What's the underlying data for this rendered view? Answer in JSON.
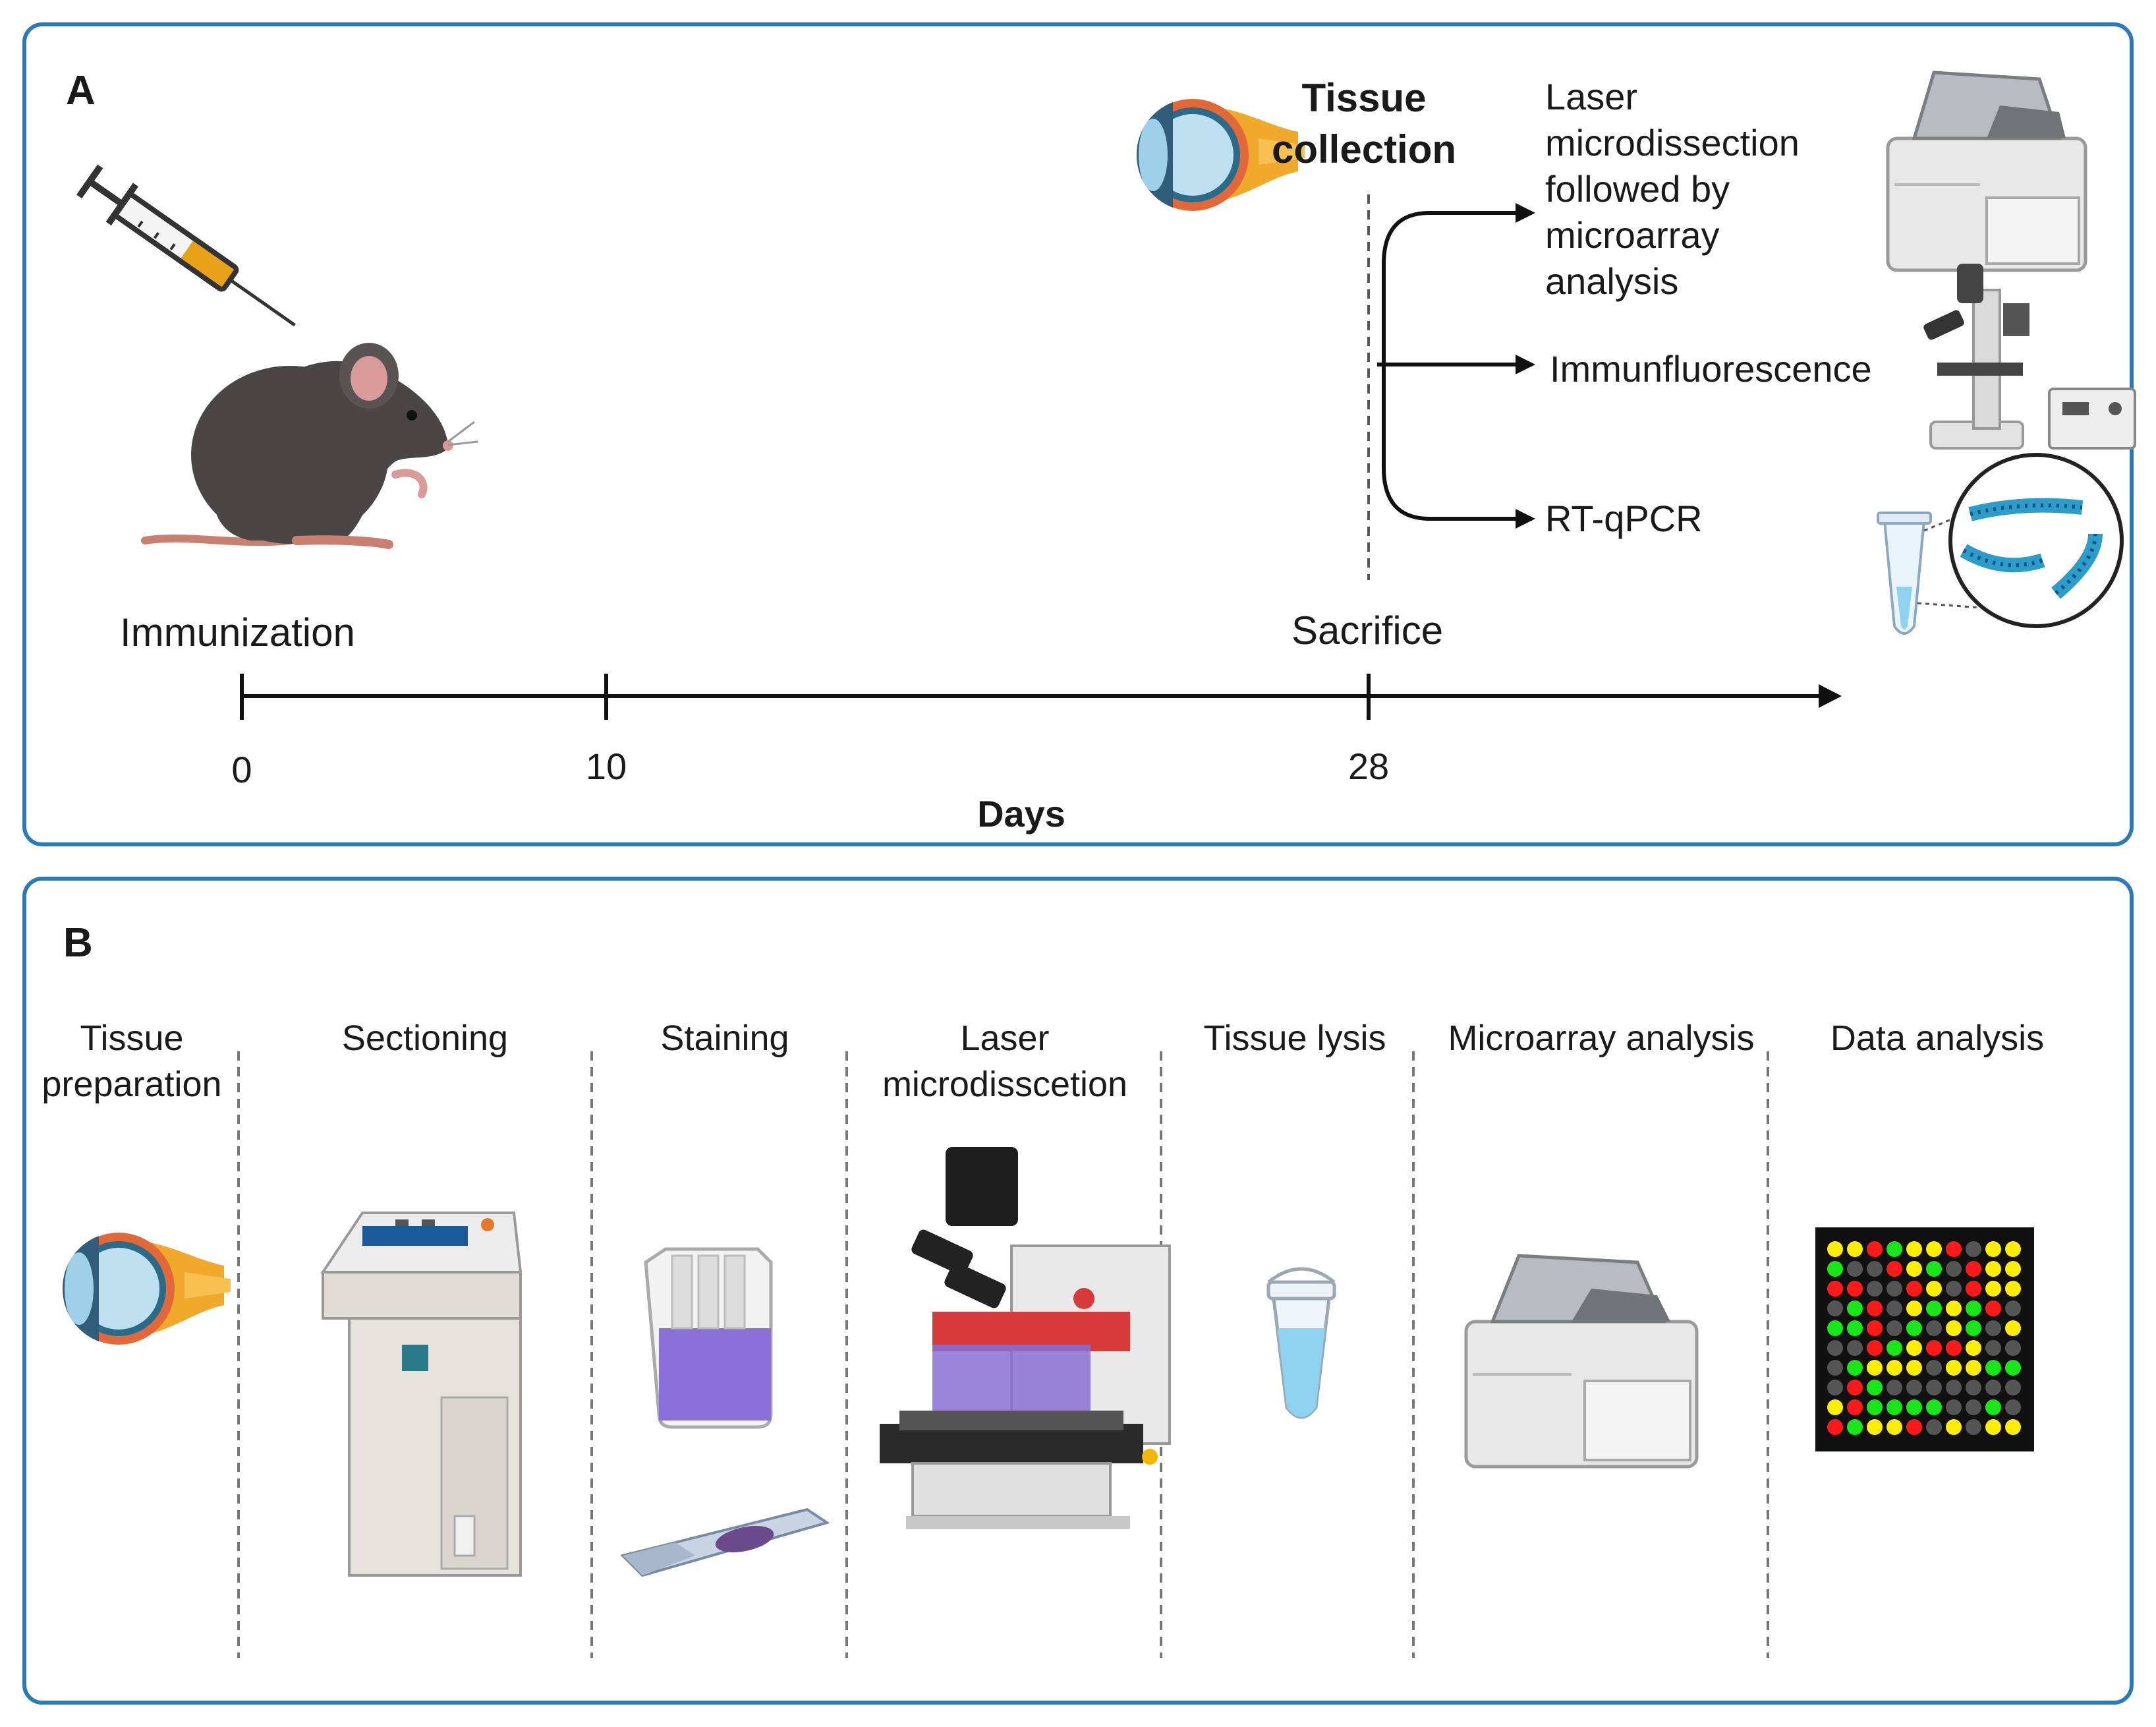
{
  "panel_a": {
    "label": "A",
    "tissue_collection": "Tissue collection",
    "immunization": "Immunization",
    "sacrifice": "Sacrifice",
    "axis_label": "Days",
    "ticks": [
      "0",
      "10",
      "28"
    ],
    "outcomes": [
      "Laser microdissection followed by microarray analysis",
      "Immunfluorescence",
      "RT-qPCR"
    ]
  },
  "panel_b": {
    "label": "B",
    "steps": [
      "Tissue preparation",
      "Sectioning",
      "Staining",
      "Laser microdisscetion",
      "Tissue lysis",
      "Microarray analysis",
      "Data analysis"
    ]
  },
  "colors": {
    "panel_border": "#2a7ab8",
    "stain_purple": "#8a6fd6",
    "tube_blue": "#8fd3f0",
    "array_red": "#ff1a1a",
    "array_green": "#19e619",
    "array_yellow": "#ffee00",
    "array_grey": "#555555"
  },
  "icons": [
    "syringe-icon",
    "mouse-icon",
    "eye-icon",
    "microarray-scanner-icon",
    "microscope-icon",
    "pcr-tube-dna-icon",
    "cryostat-icon",
    "staining-jar-icon",
    "slide-icon",
    "laser-microscope-icon",
    "tube-icon",
    "heatmap-icon"
  ]
}
